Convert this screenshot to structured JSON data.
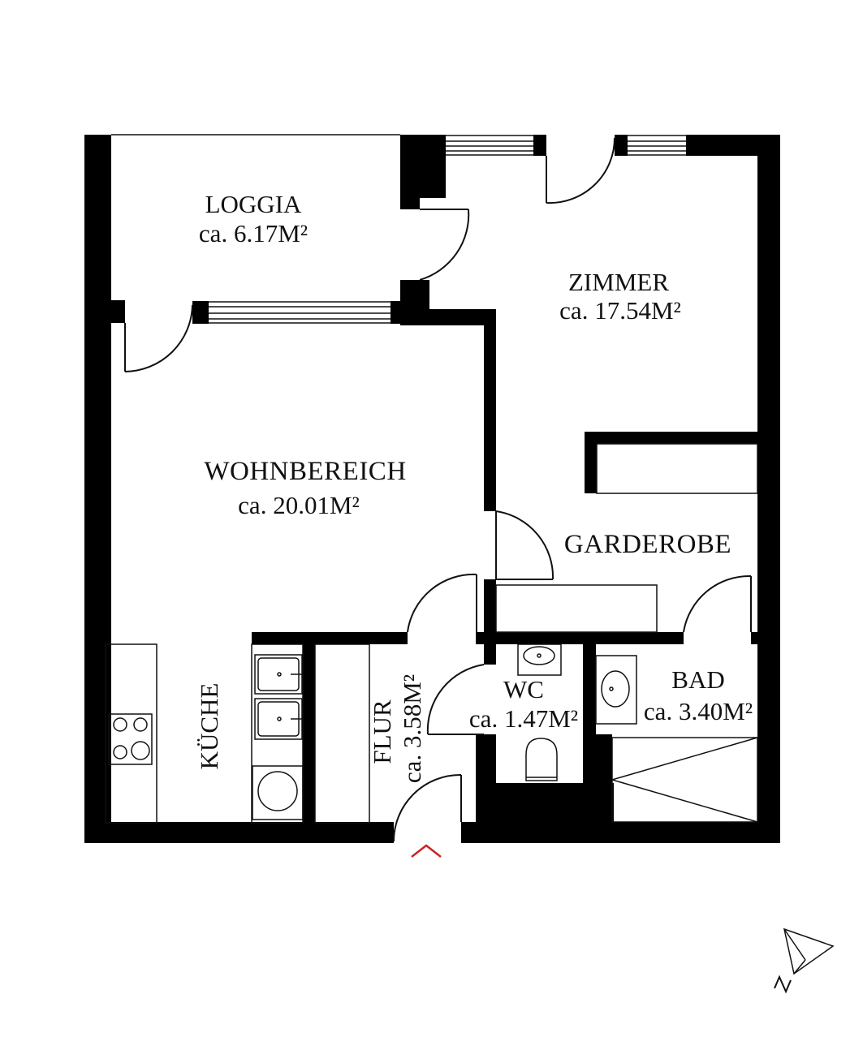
{
  "rooms": {
    "loggia": {
      "name": "LOGGIA",
      "area": "ca. 6.17M²"
    },
    "zimmer": {
      "name": "ZIMMER",
      "area": "ca. 17.54M²"
    },
    "wohnbereich": {
      "name": "WOHNBEREICH",
      "area": "ca. 20.01M²"
    },
    "garderobe": {
      "name": "GARDEROBE"
    },
    "kueche": {
      "name": "KÜCHE"
    },
    "flur": {
      "name": "FLUR",
      "area": "ca. 3.58M²"
    },
    "wc": {
      "name": "WC",
      "area": "ca. 1.47M²"
    },
    "bad": {
      "name": "BAD",
      "area": "ca. 3.40M²"
    }
  },
  "colors": {
    "wall": "#000000",
    "line": "#111111",
    "entrance_marker": "#cc2222",
    "background": "#ffffff"
  },
  "icons": {
    "entrance": "entrance-chevron-icon",
    "north": "north-arrow-icon"
  }
}
